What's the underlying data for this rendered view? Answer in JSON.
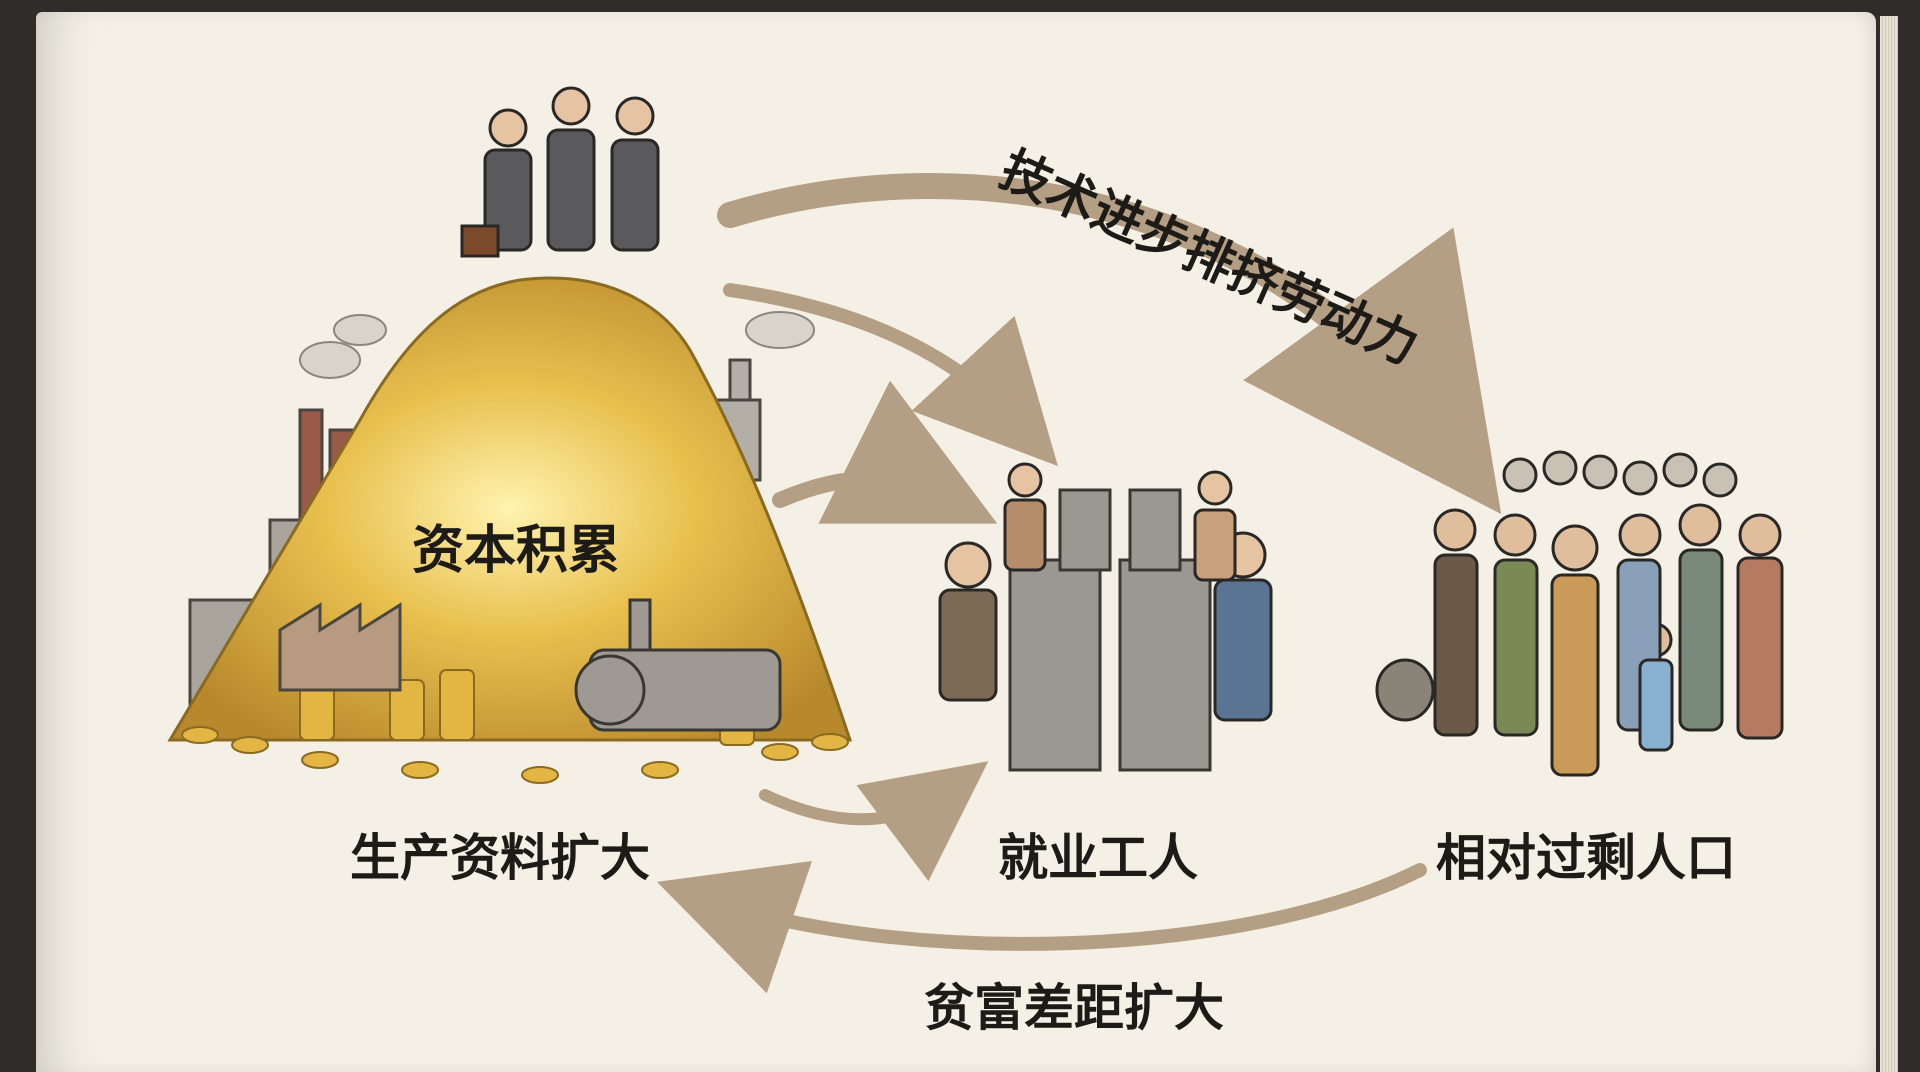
{
  "diagram": {
    "core_label": "资本积累",
    "means_label": "生产资料扩大",
    "workers_label": "就业工人",
    "surplus_label": "相对过剩人口",
    "tech_label": "技术进步排挤劳动力",
    "gap_label": "贫富差距扩大"
  },
  "colors": {
    "arrow": "#b59f84",
    "gold": "#d9a93a",
    "paper": "#f4f0e6",
    "ink": "#1d1b18"
  }
}
